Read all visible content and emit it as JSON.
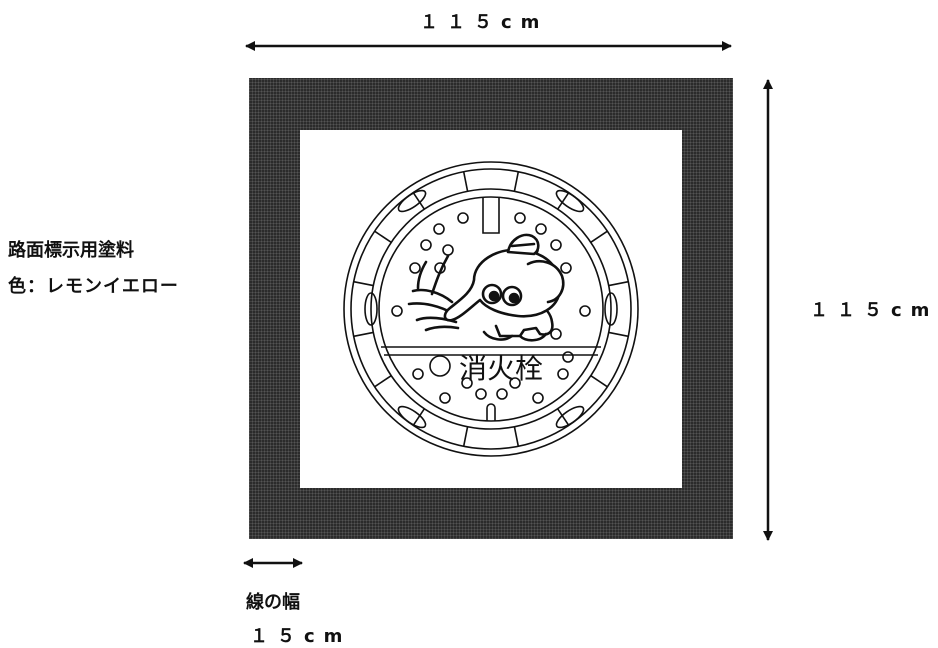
{
  "dimensions": {
    "width_label": "１１５cm",
    "height_label": "１１５cm",
    "line_width_title": "線の幅",
    "line_width_value": "１５cm"
  },
  "notes": {
    "material": "路面標示用塗料",
    "color": "色：レモンイエロー"
  },
  "cover": {
    "text": "消火栓"
  },
  "colors": {
    "frame": "#2b2b2b",
    "line": "#111111",
    "background": "#ffffff"
  }
}
